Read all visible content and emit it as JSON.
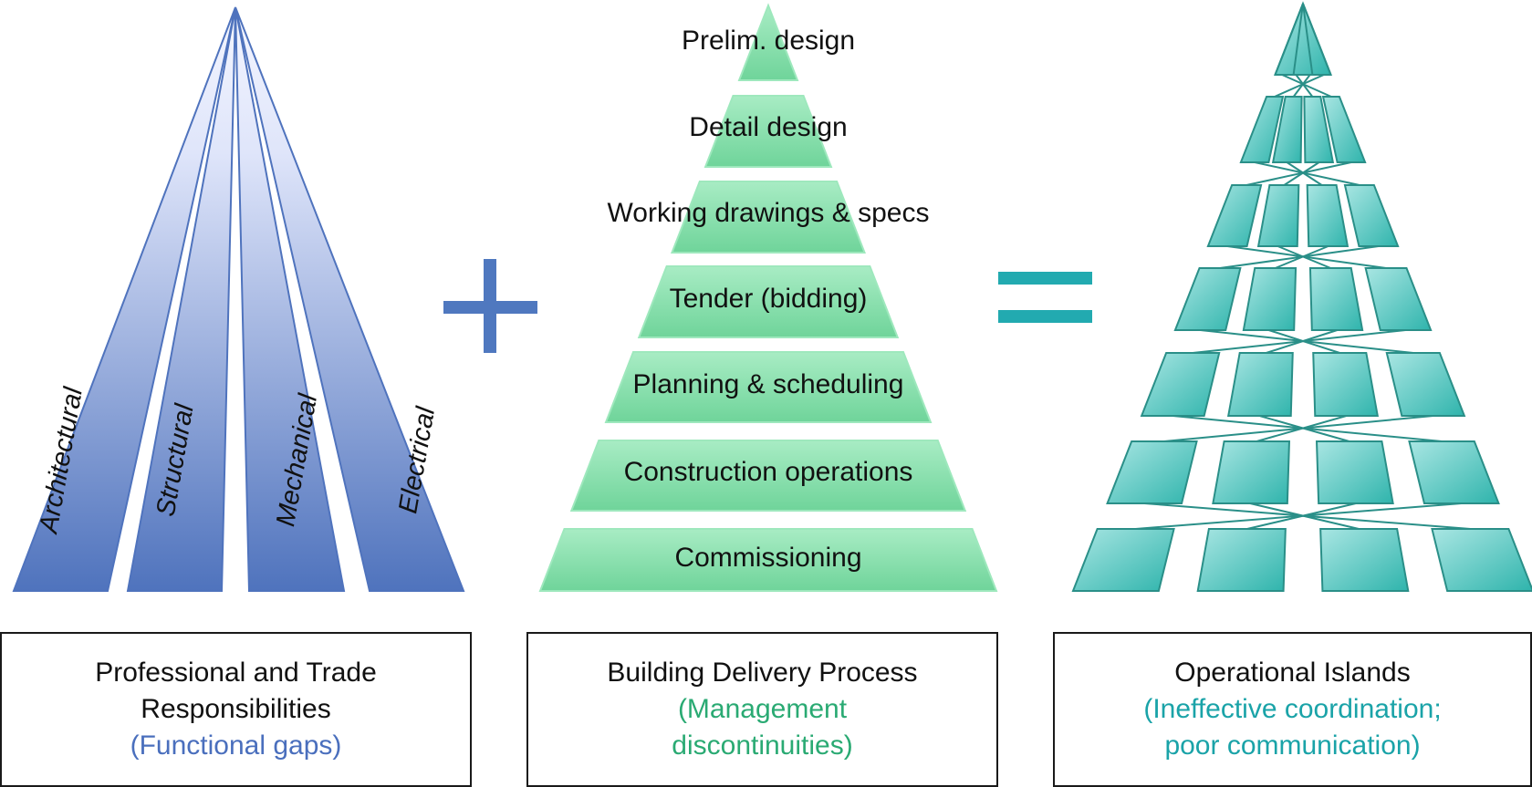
{
  "left": {
    "disciplines": [
      "Architectural",
      "Structural",
      "Mechanical",
      "Electrical"
    ],
    "caption_lines": [
      "Professional and Trade",
      "Responsibilities"
    ],
    "caption_note": "(Functional gaps)",
    "note_color": "#4a6fbd"
  },
  "operators": {
    "plus": "+",
    "equals": "="
  },
  "middle": {
    "stages": [
      "Prelim. design",
      "Detail design",
      "Working drawings & specs",
      "Tender (bidding)",
      "Planning & scheduling",
      "Construction operations",
      "Commissioning"
    ],
    "caption_title": "Building Delivery Process",
    "caption_note_lines": [
      "(Management",
      "discontinuities)"
    ],
    "note_color": "#2aaa73"
  },
  "right": {
    "caption_title": "Operational Islands",
    "caption_note_lines": [
      "(Ineffective coordination;",
      "poor communication)"
    ],
    "note_color": "#1aa3a8"
  },
  "colors": {
    "blue_dark": "#4f73bd",
    "blue_light": "#e4e9fa",
    "green_fill": "#8fe0b0",
    "green_edge": "#9ee8bd",
    "teal_fill": "#5cc9c4",
    "teal_edge": "#2a8f88",
    "plus": "#4f78bf",
    "equals": "#22aab0"
  }
}
